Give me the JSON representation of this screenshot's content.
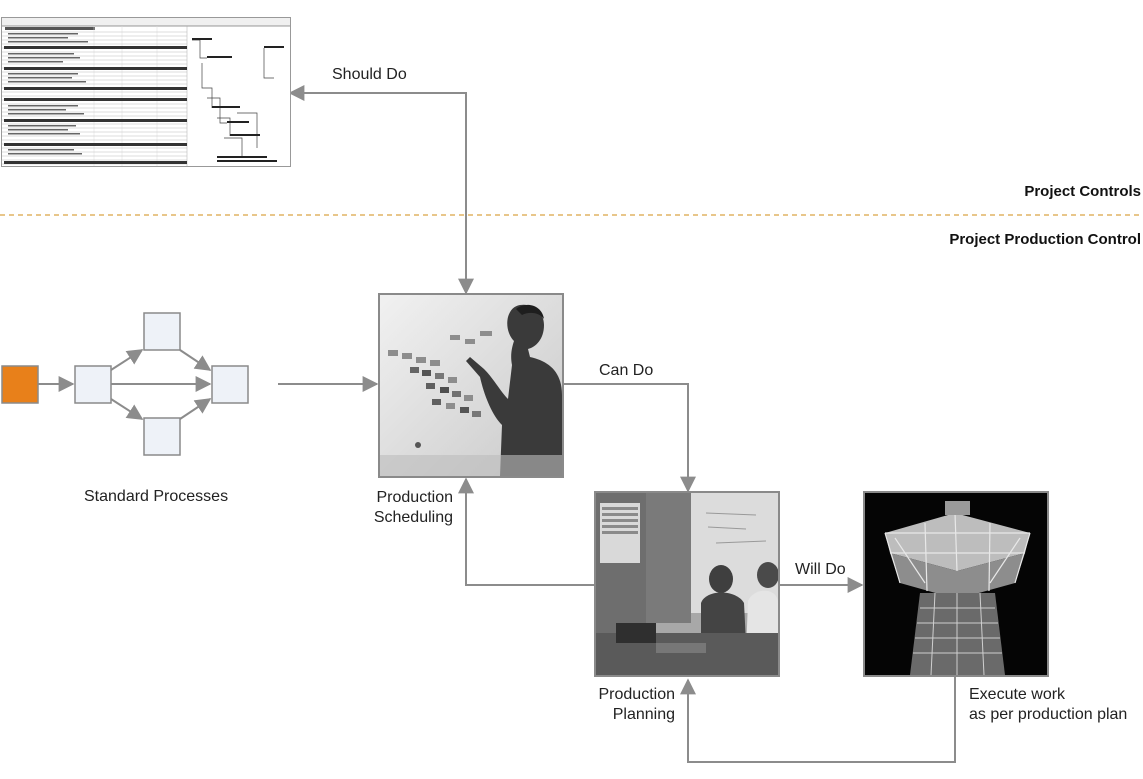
{
  "sections": {
    "upper": "Project Controls",
    "lower": "Project Production Control"
  },
  "flow_labels": {
    "should_do": "Should Do",
    "can_do": "Can Do",
    "will_do": "Will Do"
  },
  "nodes": {
    "standard_processes": "Standard Processes",
    "production_scheduling_line1": "Production",
    "production_scheduling_line2": "Scheduling",
    "production_planning_line1": "Production",
    "production_planning_line2": "Planning",
    "execute_line1": "Execute work",
    "execute_line2": "as per production plan"
  },
  "colors": {
    "arrow": "#8c8c8c",
    "accent_orange": "#e8801a",
    "process_box_fill": "#eef2f8",
    "process_box_stroke": "#8a8a8a",
    "divider": "#d9a545"
  },
  "images": {
    "schedule_document": "gantt-schedule-thumbnail",
    "scheduling_photo": "person-at-whiteboard-photo",
    "planning_photo": "team-meeting-photo",
    "execution_photo": "offshore-structure-photo"
  }
}
